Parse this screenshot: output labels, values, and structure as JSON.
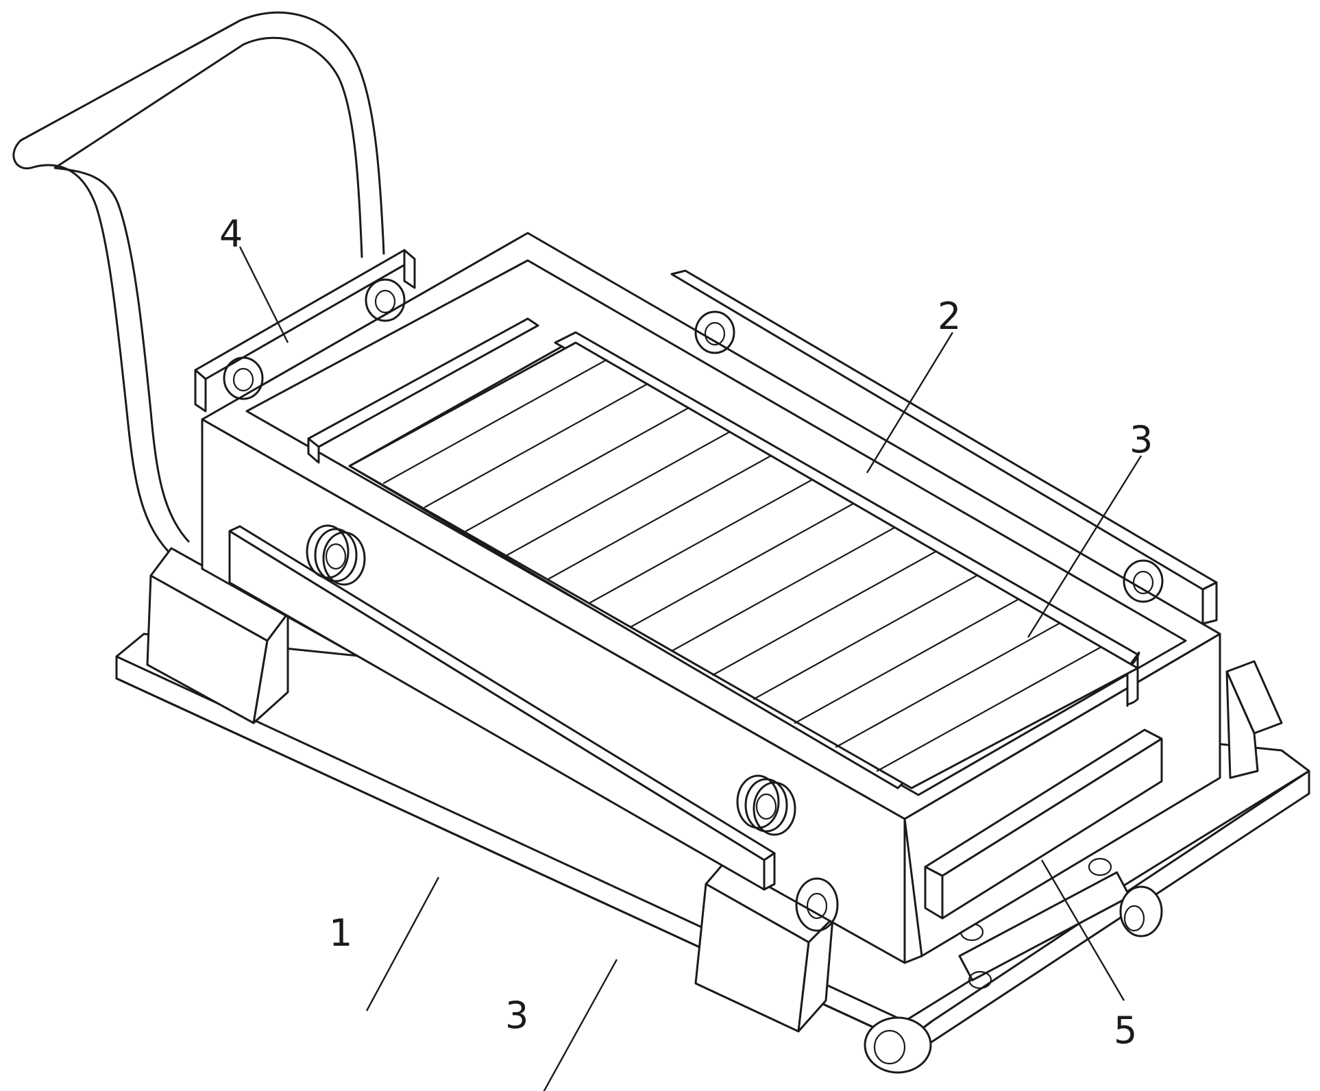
{
  "callouts": [
    {
      "id": "label-1",
      "text": "1"
    },
    {
      "id": "label-2",
      "text": "2"
    },
    {
      "id": "label-3a",
      "text": "3"
    },
    {
      "id": "label-3b",
      "text": "3"
    },
    {
      "id": "label-4",
      "text": "4"
    },
    {
      "id": "label-5",
      "text": "5"
    }
  ]
}
